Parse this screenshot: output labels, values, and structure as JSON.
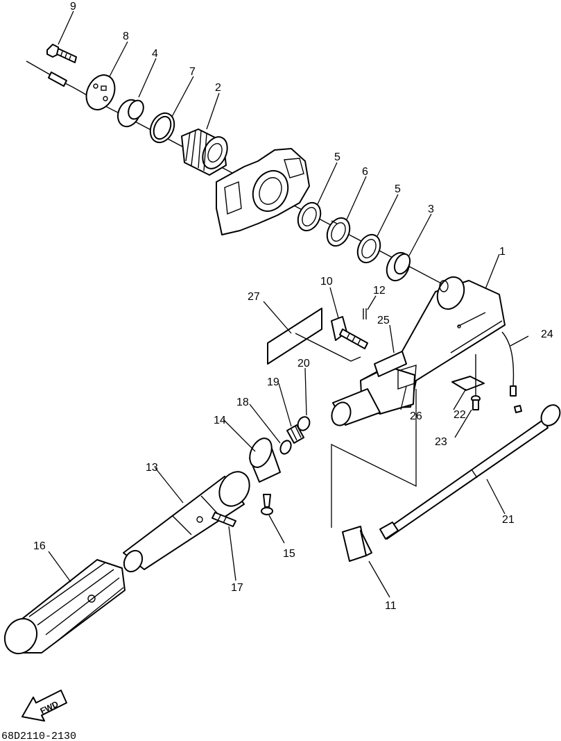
{
  "callouts": [
    "1",
    "2",
    "3",
    "4",
    "5",
    "5",
    "6",
    "7",
    "8",
    "9",
    "10",
    "11",
    "12",
    "13",
    "14",
    "15",
    "16",
    "17",
    "18",
    "19",
    "20",
    "21",
    "22",
    "23",
    "24",
    "25",
    "26",
    "27"
  ],
  "fwd_label": "FWD",
  "drawing_code": "68D2110-2130",
  "colors": {
    "ink": "#000000",
    "paper": "#ffffff"
  }
}
